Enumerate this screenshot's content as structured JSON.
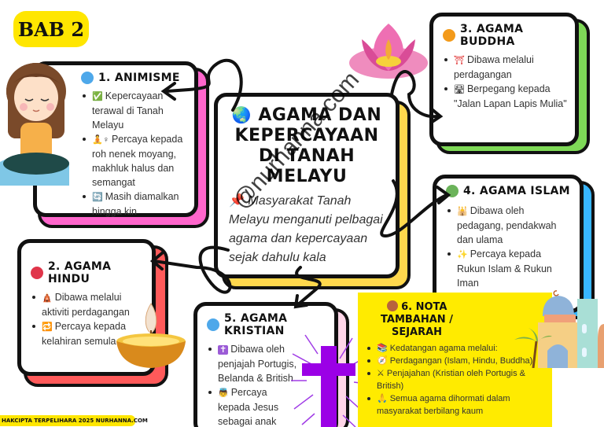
{
  "header": {
    "chapter_badge": "BAB 2"
  },
  "center": {
    "icon": "globe-asia-icon",
    "title": "Agama dan Kepercayaan di Tanah Melayu",
    "pin_icon": "pushpin-icon",
    "body": "Masyarakat Tanah Melayu menganuti pelbagai agama dan kepercayaan sejak dahulu kala"
  },
  "cards": {
    "animisme": {
      "title": "1. Animisme",
      "dot_color": "#4ea8ea",
      "accent_color": "#ff66cc",
      "items": [
        {
          "icon": "✅",
          "icon_name": "check-icon",
          "text": "Kepercayaan terawal di Tanah Melayu"
        },
        {
          "icon": "🧘♀",
          "icon_name": "meditation-female-icon",
          "text": "Percaya kepada roh nenek moyang, makhluk halus dan semangat"
        },
        {
          "icon": "🔄",
          "icon_name": "cycle-icon",
          "text": "Masih diamalkan hingga kin"
        }
      ]
    },
    "hindu": {
      "title": "2. Agama Hindu",
      "dot_color": "#e0354a",
      "accent_color": "#ff5a5a",
      "items": [
        {
          "icon": "🛕",
          "icon_name": "temple-icon",
          "text": "Dibawa melalui aktiviti perdagangan"
        },
        {
          "icon": "🔁",
          "icon_name": "repeat-icon",
          "text": "Percaya kepada kelahiran semula"
        }
      ]
    },
    "buddha": {
      "title": "3. Agama Buddha",
      "dot_color": "#f39a1a",
      "accent_color": "#7ed957",
      "items": [
        {
          "icon": "⛩",
          "icon_name": "torii-gate-icon",
          "text": "Dibawa melalui perdagangan"
        },
        {
          "icon": "🛣",
          "icon_name": "road-icon",
          "text": "Berpegang kepada \"Jalan Lapan Lapis Mulia\""
        }
      ]
    },
    "islam": {
      "title": "4. Agama Islam",
      "dot_color": "#6bb35a",
      "accent_color": "#38b6ff",
      "items": [
        {
          "icon": "🕌",
          "icon_name": "mosque-icon",
          "text": "Dibawa oleh pedagang, pendakwah dan ulama"
        },
        {
          "icon": "✨",
          "icon_name": "sparkles-icon",
          "text": "Percaya kepada Rukun Islam & Rukun Iman"
        }
      ]
    },
    "kristian": {
      "title": "5. Agama Kristian",
      "dot_color": "#4ea8ea",
      "accent_color": "#ffd6e8",
      "items": [
        {
          "icon": "✝",
          "icon_name": "latin-cross-icon",
          "text": "Dibawa oleh penjajah Portugis, Belanda & British"
        },
        {
          "icon": "👼",
          "icon_name": "angel-icon",
          "text": "Percaya kepada Jesus sebagai anak Tuhan"
        }
      ]
    },
    "nota": {
      "title": "6. Nota Tambahan / Sejarah",
      "dot_color": "#b8643c",
      "background_color": "#ffeb00",
      "items": [
        {
          "icon": "📚",
          "icon_name": "books-icon",
          "text": "Kedatangan agama melalui:"
        },
        {
          "icon": "🧭",
          "icon_name": "compass-icon",
          "text": "Perdagangan (Islam, Hindu, Buddha)"
        },
        {
          "icon": "⚔",
          "icon_name": "crossed-swords-icon",
          "text": "Penjajahan (Kristian oleh Portugis & British)"
        },
        {
          "icon": "🙏",
          "icon_name": "praying-hands-icon",
          "text": "Semua agama dihormati dalam masyarakat berbilang kaum"
        }
      ]
    }
  },
  "footer": {
    "copyright": "HAKCIPTA TERPELIHARA 2025 NURHANNA.COM"
  },
  "watermark": "@nurhanna.com",
  "colors": {
    "badge_yellow": "#ffe600",
    "center_accent": "#ffd84d",
    "outline": "#111111"
  }
}
